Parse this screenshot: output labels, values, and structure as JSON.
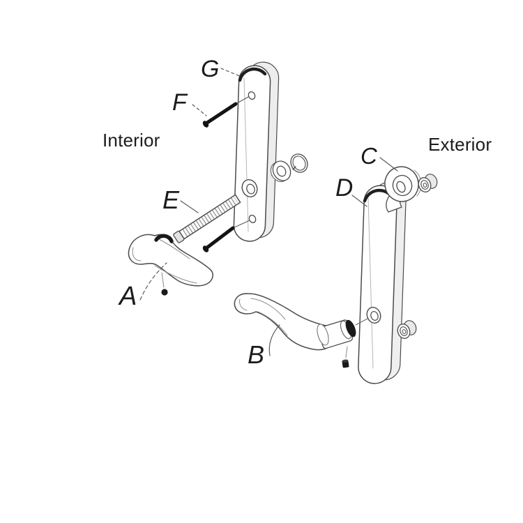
{
  "side_labels": {
    "interior": "Interior",
    "exterior": "Exterior"
  },
  "part_labels": {
    "a": "A",
    "b": "B",
    "c": "C",
    "d": "D",
    "e": "E",
    "f": "F",
    "g": "G"
  },
  "colors": {
    "background": "#ffffff",
    "line": "#4a4a4a",
    "dark_parts": "#191919",
    "side_shade": "#ededed",
    "label_text": "#1b1b1b"
  }
}
